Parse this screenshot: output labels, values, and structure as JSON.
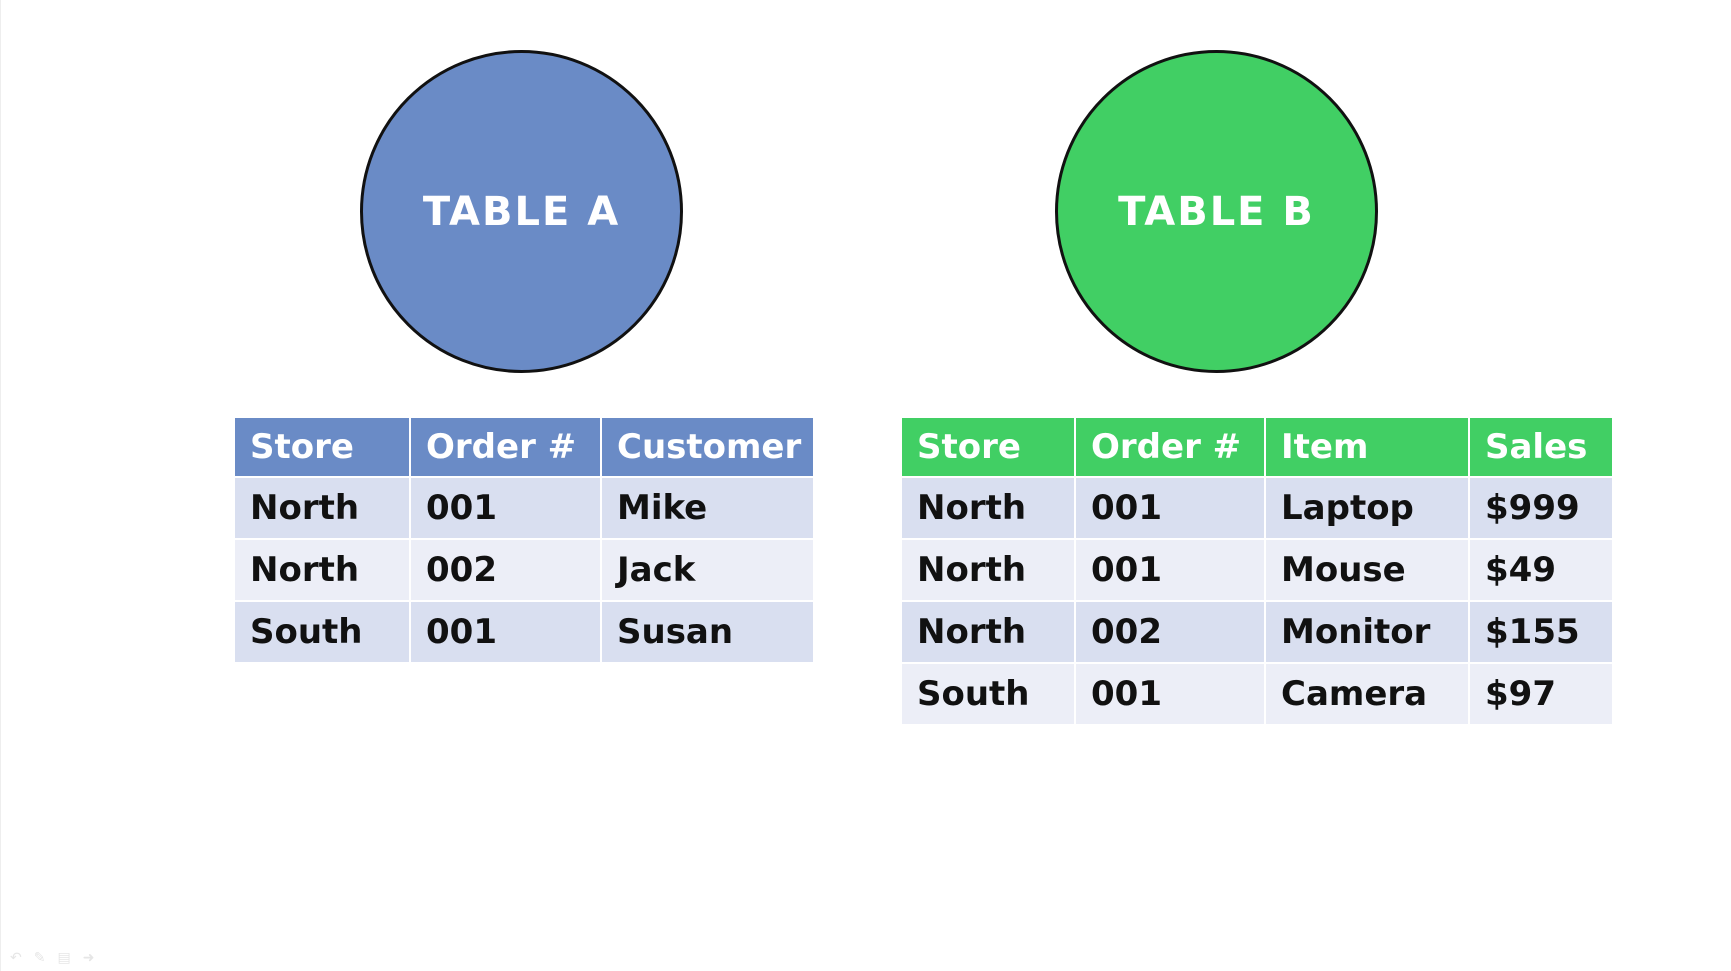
{
  "circles": {
    "a": {
      "label": "TABLE A",
      "color": "#6a8bc6"
    },
    "b": {
      "label": "TABLE B",
      "color": "#41cf64"
    }
  },
  "table_a": {
    "header_color": "#6a8bc6",
    "columns": [
      "Store",
      "Order #",
      "Customer"
    ],
    "rows": [
      [
        "North",
        "001",
        "Mike"
      ],
      [
        "North",
        "002",
        "Jack"
      ],
      [
        "South",
        "001",
        "Susan"
      ]
    ]
  },
  "table_b": {
    "header_color": "#41cf64",
    "columns": [
      "Store",
      "Order #",
      "Item",
      "Sales"
    ],
    "rows": [
      [
        "North",
        "001",
        "Laptop",
        "$999"
      ],
      [
        "North",
        "001",
        "Mouse",
        "$49"
      ],
      [
        "North",
        "002",
        "Monitor",
        "$155"
      ],
      [
        "South",
        "001",
        "Camera",
        "$97"
      ]
    ]
  },
  "nav_controls": {
    "icons": [
      "back-arrow-icon",
      "pen-icon",
      "menu-icon",
      "forward-arrow-icon"
    ]
  }
}
